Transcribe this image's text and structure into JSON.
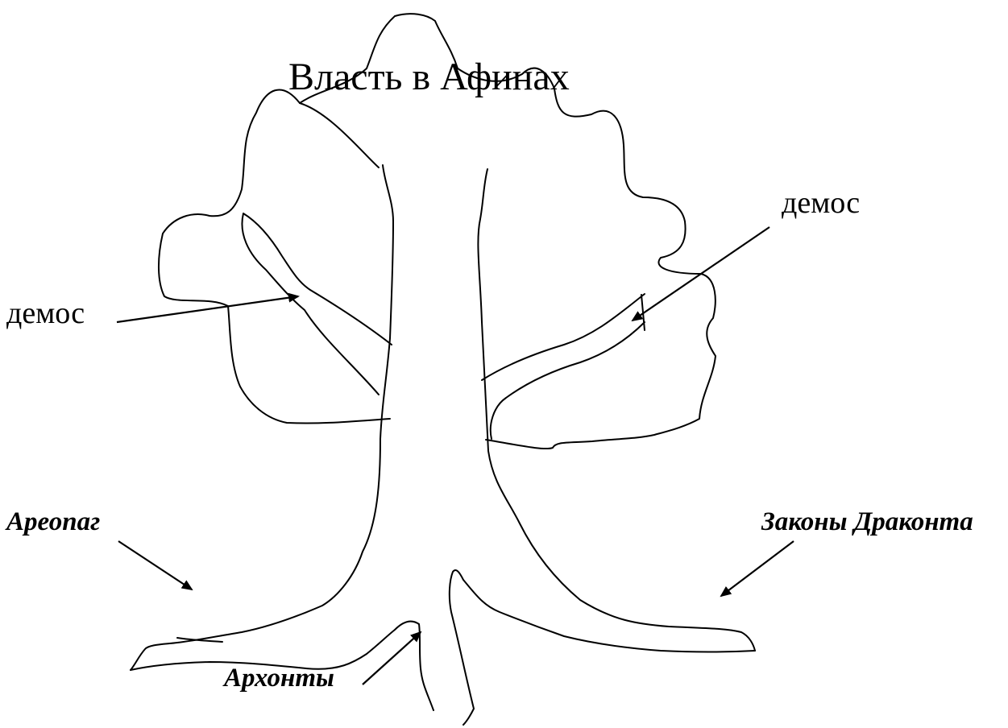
{
  "title": "Власть в Афинах",
  "labels": {
    "demos_left": "демос",
    "demos_right": "демос",
    "areopag": "Ареопаг",
    "arkhonty": "Архонты",
    "zakony": "Законы Драконта"
  },
  "colors": {
    "ink": "#000000",
    "background": "#ffffff"
  }
}
